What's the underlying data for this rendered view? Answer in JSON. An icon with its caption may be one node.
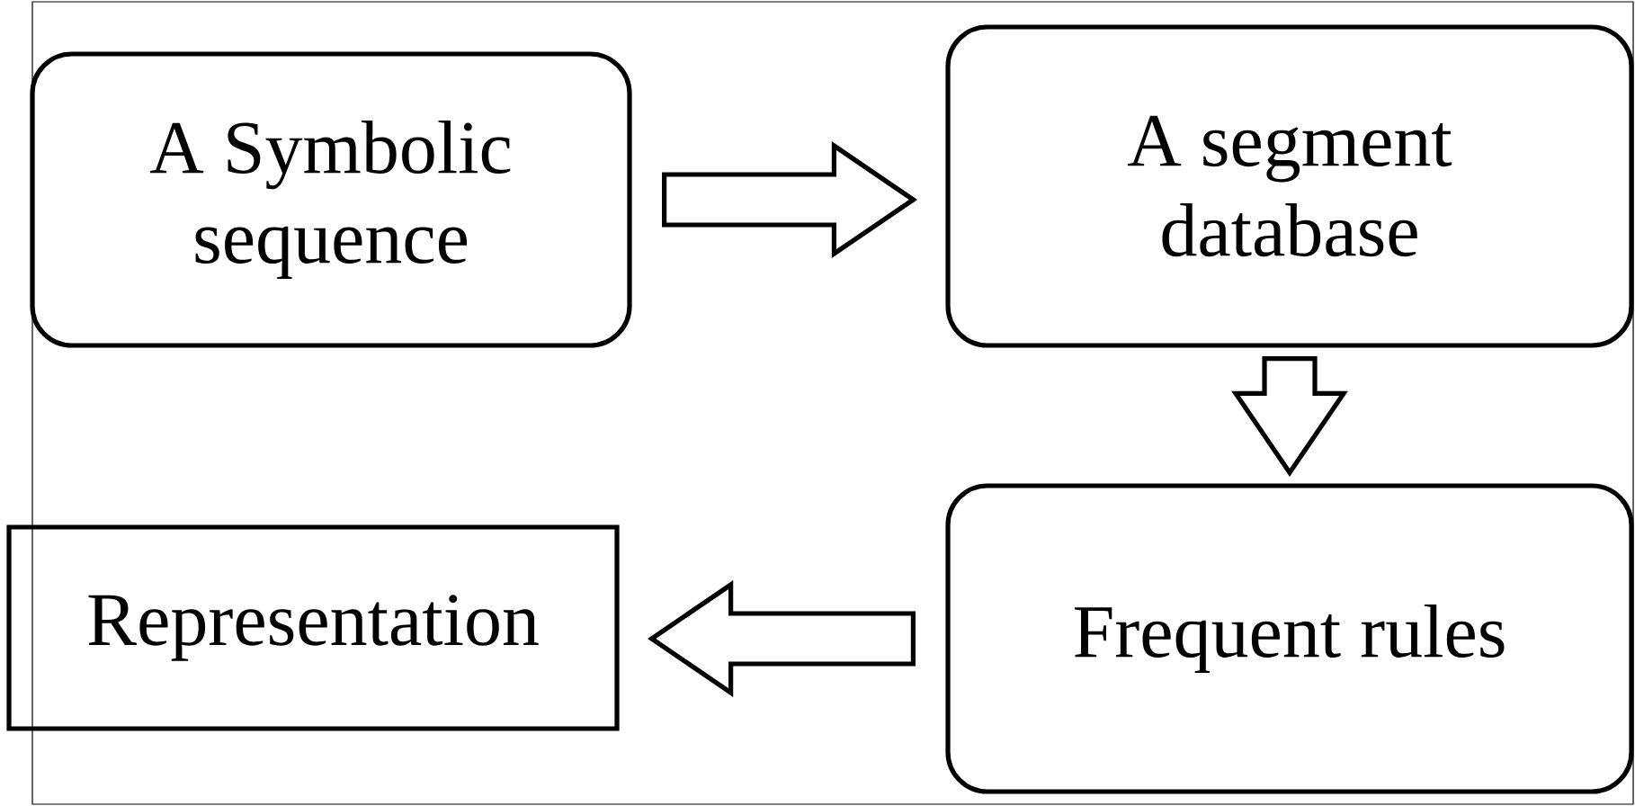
{
  "diagram": {
    "nodes": [
      {
        "text": [
          "A Symbolic sequence"
        ]
      },
      {
        "text": [
          "A segment database"
        ]
      },
      {
        "text": [
          "Frequent rules"
        ]
      },
      {
        "text": [
          "Representation"
        ]
      }
    ],
    "edges": [
      {
        "from": 0,
        "to": 1,
        "arrow": "to"
      },
      {
        "from": 1,
        "to": 2,
        "arrow": "to"
      },
      {
        "from": 2,
        "to": 3,
        "arrow": "to"
      }
    ]
  }
}
